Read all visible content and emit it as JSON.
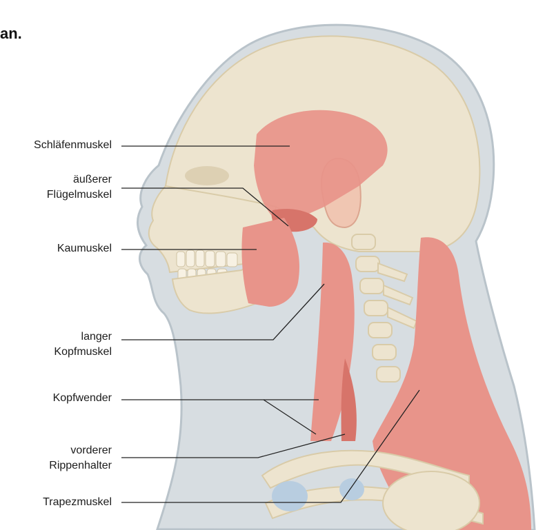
{
  "heading": "an.",
  "labels": [
    {
      "id": "schlaefenmuskel",
      "lines": [
        "Schläfenmuskel"
      ]
    },
    {
      "id": "aeusserer-fluegelmuskel",
      "lines": [
        "äußerer",
        "Flügelmuskel"
      ]
    },
    {
      "id": "kaumuskel",
      "lines": [
        "Kaumuskel"
      ]
    },
    {
      "id": "langer-kopfmuskel",
      "lines": [
        "langer",
        "Kopfmuskel"
      ]
    },
    {
      "id": "kopfwender",
      "lines": [
        "Kopfwender"
      ]
    },
    {
      "id": "vorderer-rippenhalter",
      "lines": [
        "vorderer",
        "Rippenhalter"
      ]
    },
    {
      "id": "trapezmuskel",
      "lines": [
        "Trapezmuskel"
      ]
    }
  ],
  "colors": {
    "skin": "#d7dde1",
    "skin_edge": "#b9c3ca",
    "bone": "#ede4cf",
    "bone_shade": "#d9cba8",
    "muscle": "#e8948a",
    "muscle_dark": "#d7746a",
    "cartilage": "#b8cde0",
    "leader": "#222222"
  }
}
